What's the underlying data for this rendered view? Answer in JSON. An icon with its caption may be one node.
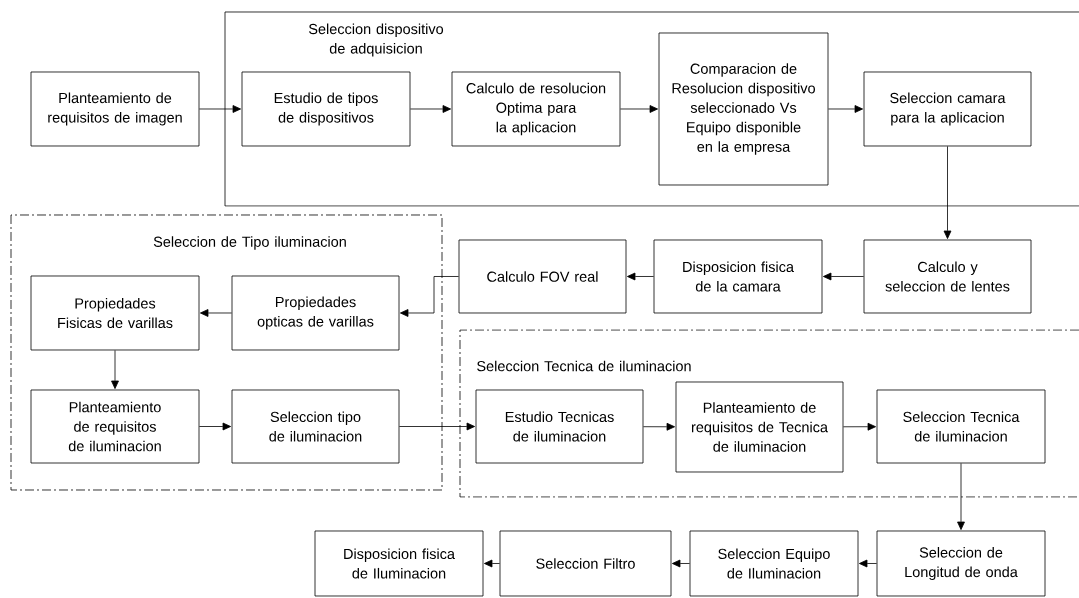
{
  "diagram": {
    "nodes": [
      {
        "text": [
          "Planteamiento de requisitos de imagen"
        ]
      },
      {
        "text": [
          "Seleccion dispositivo de adquisicion"
        ]
      },
      {
        "text": [
          "Estudio de tipos de dispositivos"
        ],
        "in": 1
      },
      {
        "text": [
          "Calculo de resolucion Optima para la aplicacion"
        ],
        "in": 1
      },
      {
        "text": [
          "Comparacion de Resolucion dispositivo seleccionado Vs Equipo disponible en la empresa"
        ],
        "in": 1
      },
      {
        "text": [
          "Seleccion camara para la aplicacion"
        ],
        "in": 1
      },
      {
        "text": [
          "Calculo y seleccion de lentes"
        ]
      },
      {
        "text": [
          "Disposicion fisica de la camara"
        ]
      },
      {
        "text": [
          "Calculo FOV real"
        ]
      },
      {
        "text": [
          "Seleccion de Tipo iluminacion"
        ]
      },
      {
        "text": [
          "Propiedades Fisicas de varillas"
        ],
        "in": 9
      },
      {
        "text": [
          "Propiedades opticas de varillas"
        ],
        "in": 9
      },
      {
        "text": [
          "Planteamiento de requisitos de iluminacion"
        ],
        "in": 9
      },
      {
        "text": [
          "Seleccion tipo de iluminacion"
        ],
        "in": 9
      },
      {
        "text": [
          "Seleccion Tecnica de iluminacion"
        ]
      },
      {
        "text": [
          "Estudio Tecnicas de iluminacion"
        ],
        "in": 14
      },
      {
        "text": [
          "Planteamiento de requisitos de Tecnica de iluminacion"
        ],
        "in": 14
      },
      {
        "text": [
          "Seleccion Tecnica de iluminacion"
        ],
        "in": 14
      },
      {
        "text": [
          "Seleccion de Longitud de onda"
        ]
      },
      {
        "text": [
          "Seleccion Equipo de Iluminacion"
        ]
      },
      {
        "text": [
          "Seleccion Filtro"
        ]
      },
      {
        "text": [
          "Disposicion fisica de Iluminacion"
        ]
      }
    ],
    "edges": [
      {
        "from": 0,
        "to": 2,
        "arrow": "to"
      },
      {
        "from": 2,
        "to": 3,
        "arrow": "to"
      },
      {
        "from": 3,
        "to": 4,
        "arrow": "to"
      },
      {
        "from": 4,
        "to": 5,
        "arrow": "to"
      },
      {
        "from": 5,
        "to": 6,
        "arrow": "to"
      },
      {
        "from": 6,
        "to": 7,
        "arrow": "to"
      },
      {
        "from": 7,
        "to": 8,
        "arrow": "to"
      },
      {
        "from": 8,
        "to": 11,
        "arrow": "to"
      },
      {
        "from": 11,
        "to": 10,
        "arrow": "to"
      },
      {
        "from": 10,
        "to": 12,
        "arrow": "to"
      },
      {
        "from": 12,
        "to": 13,
        "arrow": "to"
      },
      {
        "from": 13,
        "to": 15,
        "arrow": "to"
      },
      {
        "from": 15,
        "to": 16,
        "arrow": "to"
      },
      {
        "from": 16,
        "to": 17,
        "arrow": "to"
      },
      {
        "from": 17,
        "to": 18,
        "arrow": "to"
      },
      {
        "from": 18,
        "to": 19,
        "arrow": "to"
      },
      {
        "from": 19,
        "to": 20,
        "arrow": "to"
      },
      {
        "from": 20,
        "to": 21,
        "arrow": "to"
      }
    ]
  }
}
